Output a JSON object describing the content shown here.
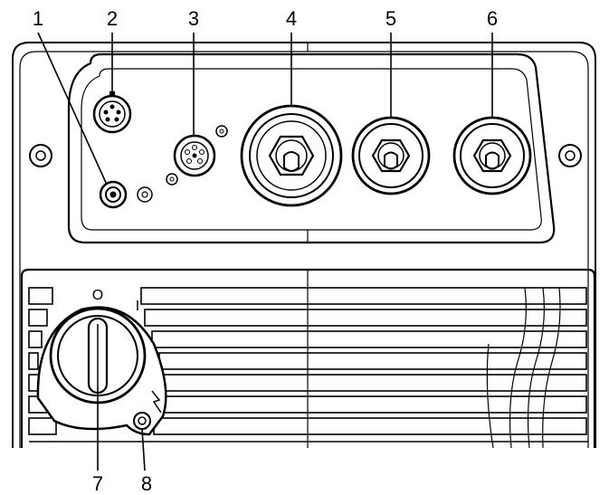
{
  "callouts": {
    "c1": "1",
    "c2": "2",
    "c3": "3",
    "c4": "4",
    "c5": "5",
    "c6": "6",
    "c7": "7",
    "c8": "8"
  },
  "switch_labels": {
    "off": "O",
    "on": "I"
  },
  "colors": {
    "line": "#000000",
    "background": "#ffffff"
  }
}
